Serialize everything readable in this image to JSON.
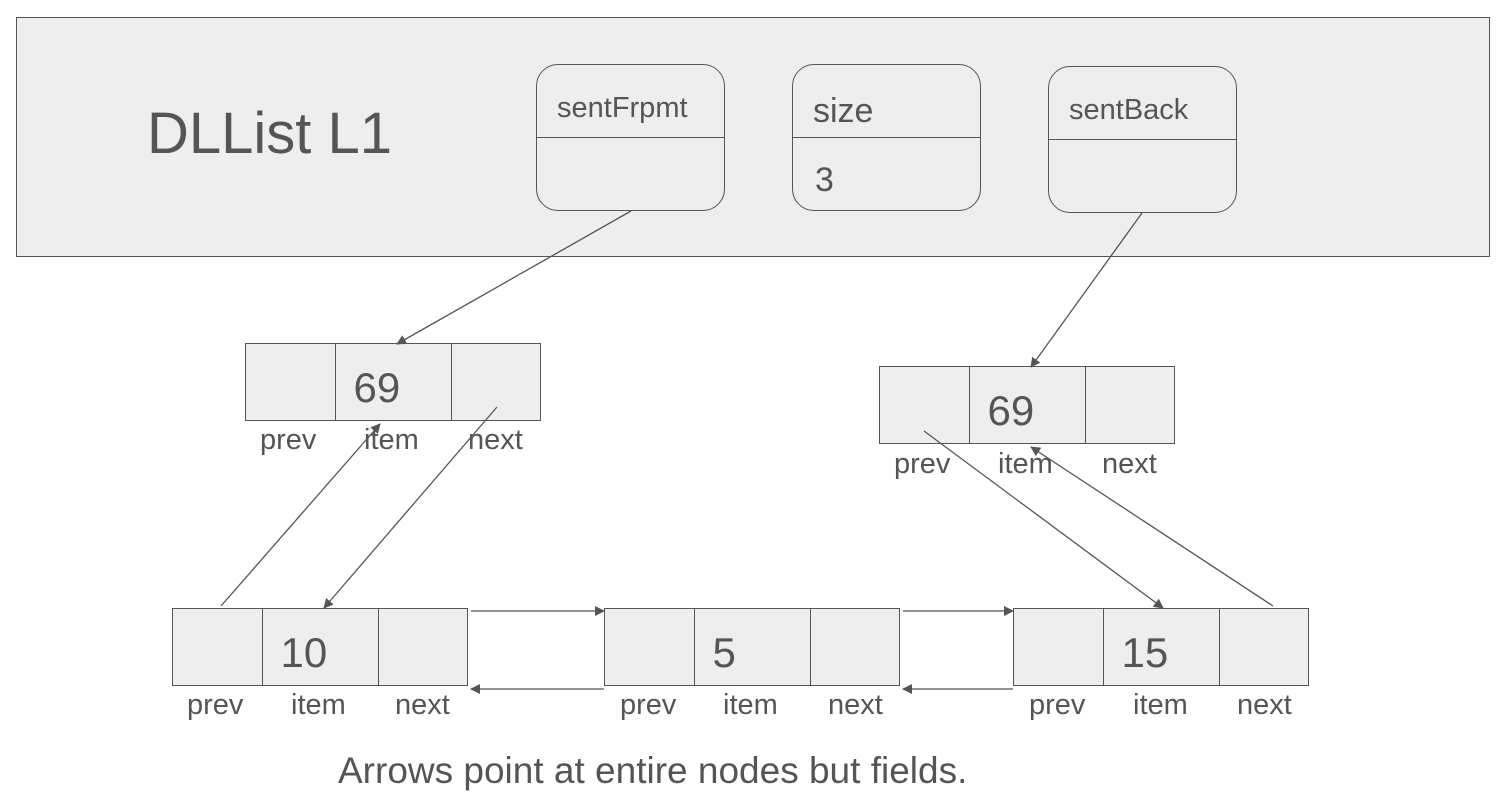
{
  "title": "DLList L1",
  "fields": {
    "sentFront": {
      "name": "sentFrpmt",
      "value": ""
    },
    "size": {
      "name": "size",
      "value": "3"
    },
    "sentBack": {
      "name": "sentBack",
      "value": ""
    }
  },
  "nodes": {
    "sentinel_front": {
      "item": "69"
    },
    "sentinel_back": {
      "item": "69"
    },
    "node_10": {
      "item": "10"
    },
    "node_5": {
      "item": "5"
    },
    "node_15": {
      "item": "15"
    }
  },
  "labels": {
    "prev": "prev",
    "item": "item",
    "next": "next"
  },
  "note": "Arrows point at entire nodes but fields.",
  "colors": {
    "stroke": "#555555",
    "fill": "#eeeeee",
    "text": "#555555"
  }
}
